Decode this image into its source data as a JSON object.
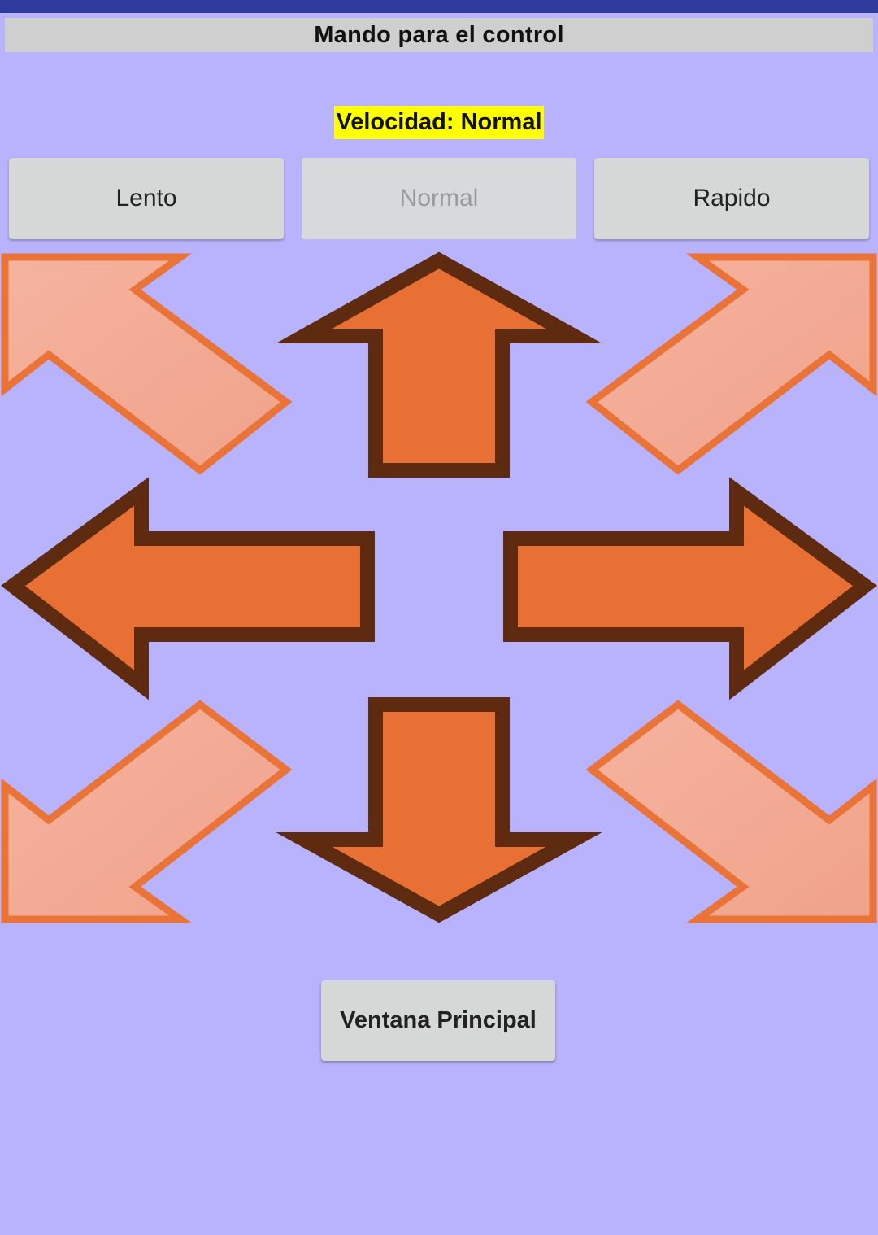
{
  "app": {
    "title": "Mando para el control"
  },
  "speed": {
    "label": "Velocidad: Normal",
    "buttons": {
      "slow": "Lento",
      "normal": "Normal",
      "fast": "Rapido"
    },
    "selected": "Normal"
  },
  "navigation": {
    "main_window_label": "Ventana Principal"
  },
  "arrows": {
    "cardinal": [
      "up-arrow-icon",
      "left-arrow-icon",
      "right-arrow-icon",
      "down-arrow-icon"
    ],
    "diagonal": [
      "up-left-arrow-icon",
      "up-right-arrow-icon",
      "down-left-arrow-icon",
      "down-right-arrow-icon"
    ]
  },
  "colors": {
    "background": "#b9b2fc",
    "status_bar": "#2e3a9c",
    "title_bar": "#cfcfcf",
    "speed_highlight": "#ffff00",
    "arrow_fill": "#e87035",
    "arrow_stroke": "#5e2a10",
    "diagonal_fill": "#f2ab93",
    "diagonal_stroke": "#ea7337"
  }
}
